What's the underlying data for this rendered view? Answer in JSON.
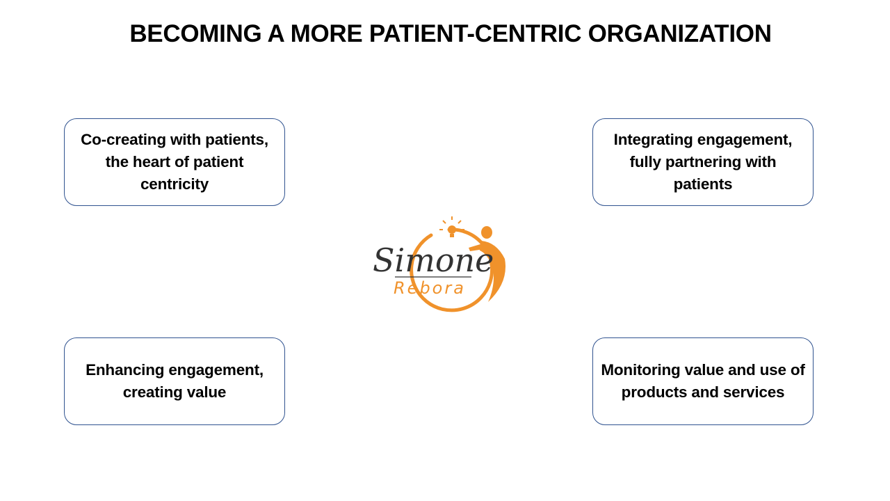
{
  "title": "BECOMING A MORE PATIENT-CENTRIC ORGANIZATION",
  "boxes": {
    "top_left": "Co-creating with patients, the heart of patient centricity",
    "top_right": "Integrating engagement, fully partnering with patients",
    "bottom_left": "Enhancing engagement, creating value",
    "bottom_right": "Monitoring value and use of products and services"
  },
  "logo": {
    "name": "Simone",
    "surname": "Rebora",
    "icons": [
      "lightbulb-icon",
      "person-icon"
    ]
  },
  "colors": {
    "box_border": "#2f528f",
    "logo_orange": "#f0922b",
    "logo_dark": "#333333"
  }
}
